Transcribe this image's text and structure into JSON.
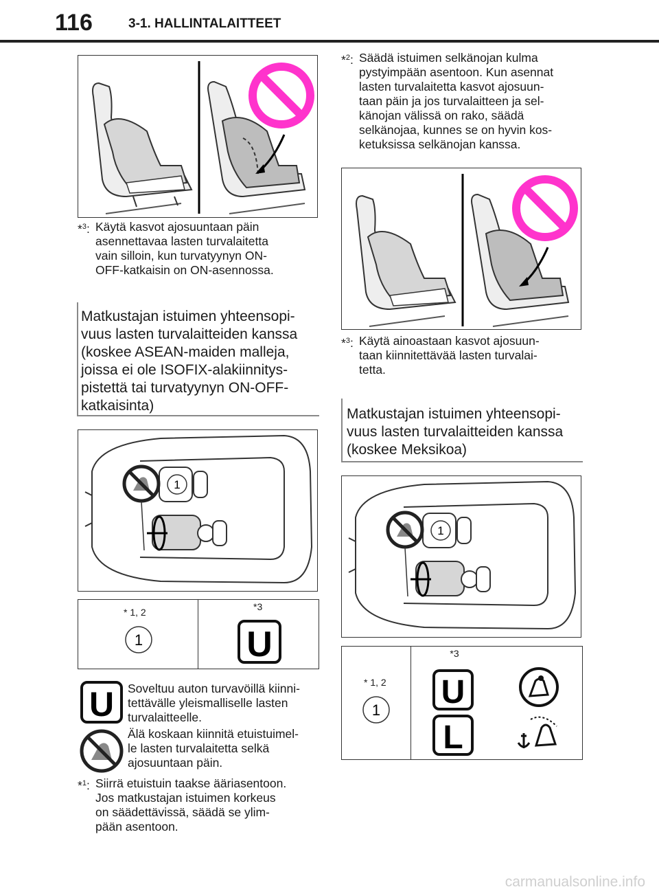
{
  "header": {
    "page_number": "116",
    "chapter": "3-1. HALLINTALAITTEET"
  },
  "left": {
    "note3": {
      "mark": "*",
      "num": "3",
      "sep": ":",
      "lines": [
        "Käytä kasvot ajosuuntaan päin",
        "asennettavaa lasten turvalaitetta",
        "vain silloin, kun turvatyynyn ON-",
        "OFF-katkaisin on ON-asennossa."
      ]
    },
    "heading_lines": [
      "Matkustajan istuimen yhteensopi-",
      "vuus lasten turvalaitteiden kanssa",
      "(koskee ASEAN-maiden malleja,",
      "joissa ei ole ISOFIX-alakiinnitys-",
      "pistettä tai turvatyynyn ON-OFF-",
      "katkaisinta)"
    ],
    "car_seat_number": "1",
    "table": {
      "col1_label": "* 1, 2",
      "col1_symbol": "1",
      "col2_label": "*3",
      "col2_symbol": "U"
    },
    "legend_u": {
      "symbol": "U",
      "lines": [
        "Soveltuu auton turvavöillä kiinni-",
        "tettävälle yleismalliselle lasten",
        "turvalaitteelle."
      ]
    },
    "legend_no": {
      "lines": [
        "Älä koskaan kiinnitä etuistuimel-",
        "le lasten turvalaitetta selkä",
        "ajosuuntaan päin."
      ]
    },
    "note1": {
      "mark": "*",
      "num": "1",
      "sep": ":",
      "lines": [
        "Siirrä etuistuin taakse ääriasentoon.",
        "Jos matkustajan istuimen korkeus",
        "on säädettävissä, säädä se ylim-",
        "pään asentoon."
      ]
    }
  },
  "right": {
    "note2": {
      "mark": "*",
      "num": "2",
      "sep": ":",
      "lines": [
        "Säädä istuimen selkänojan kulma",
        "pystyimpään asentoon. Kun asennat",
        "lasten turvalaitetta kasvot ajosuun-",
        "taan päin ja jos turvalaitteen ja sel-",
        "känojan välissä on rako, säädä",
        "selkänojaa, kunnes se on hyvin kos-",
        "ketuksissa selkänojan kanssa."
      ]
    },
    "note3": {
      "mark": "*",
      "num": "3",
      "sep": ":",
      "lines": [
        "Käytä ainoastaan kasvot ajosuun-",
        "taan kiinnitettävää lasten turvalai-",
        "tetta."
      ]
    },
    "heading_lines": [
      "Matkustajan istuimen yhteensopi-",
      "vuus lasten turvalaitteiden kanssa",
      "(koskee Meksikoa)"
    ],
    "car_seat_number": "1",
    "table": {
      "col1_label": "* 1, 2",
      "col1_symbol": "1",
      "col2_label": "*3",
      "symbols": [
        "U",
        "L"
      ]
    }
  },
  "watermark": "carmanualsonline.info",
  "colors": {
    "prohibit": "#ff33cc",
    "seat_fill": "#d6d6d6",
    "seat_dark": "#888888"
  }
}
